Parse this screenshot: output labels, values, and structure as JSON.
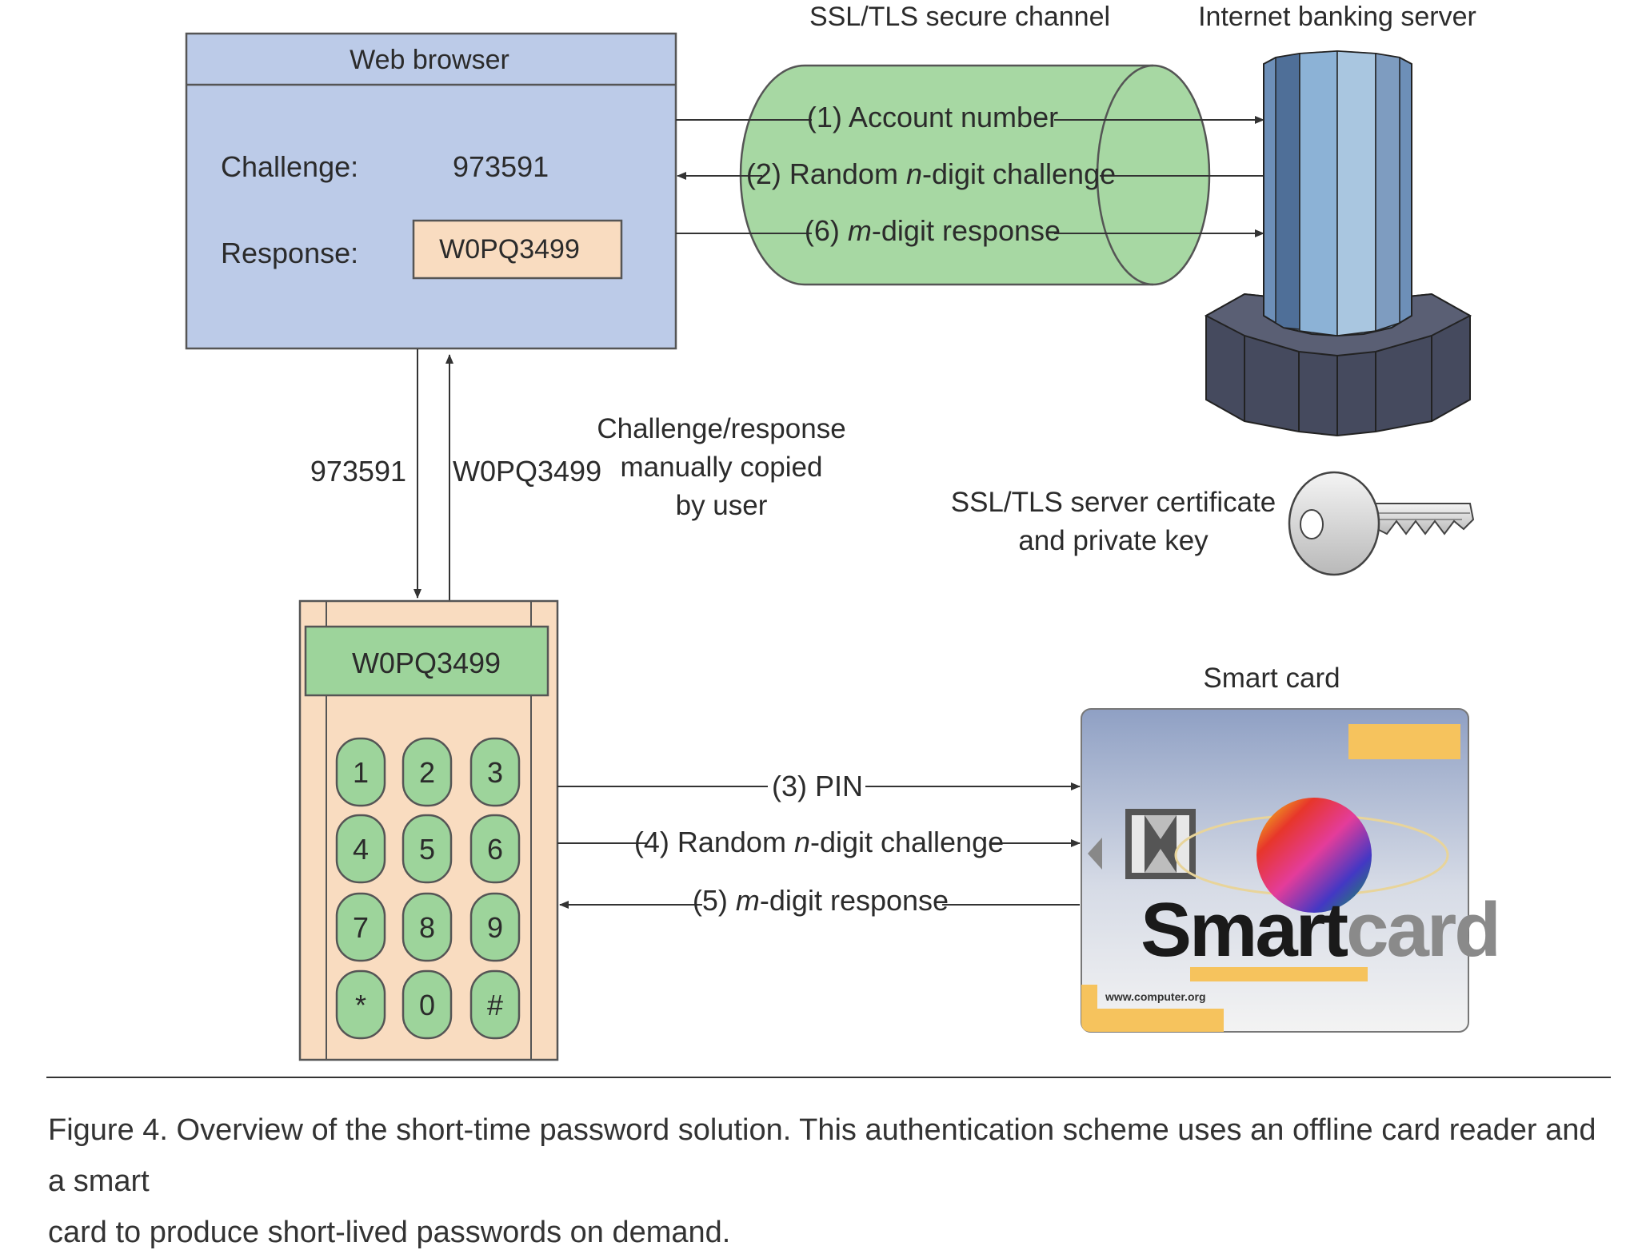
{
  "browser": {
    "title": "Web browser",
    "challenge_label": "Challenge:",
    "challenge_value": "973591",
    "response_label": "Response:",
    "response_value": "W0PQ3499"
  },
  "channel": {
    "title": "SSL/TLS secure channel",
    "msg1": "(1) Account number",
    "msg2_pre": "(2) Random ",
    "msg2_var": "n",
    "msg2_post": "-digit challenge",
    "msg6_pre": "(6) ",
    "msg6_var": "m",
    "msg6_post": "-digit response"
  },
  "server": {
    "title": "Internet banking server",
    "cert_line1": "SSL/TLS server certificate",
    "cert_line2": "and private key"
  },
  "copy": {
    "down_value": "973591",
    "up_value": "W0PQ3499",
    "note_line1": "Challenge/response",
    "note_line2": "manually copied",
    "note_line3": "by user"
  },
  "reader": {
    "display": "W0PQ3499",
    "keys": [
      "1",
      "2",
      "3",
      "4",
      "5",
      "6",
      "7",
      "8",
      "9",
      "*",
      "0",
      "#"
    ]
  },
  "card_link": {
    "msg3": "(3) PIN",
    "msg4_pre": "(4) Random ",
    "msg4_var": "n",
    "msg4_post": "-digit challenge",
    "msg5_pre": "(5) ",
    "msg5_var": "m",
    "msg5_post": "-digit response"
  },
  "smartcard": {
    "title": "Smart card",
    "brand_dark": "Smart",
    "brand_light": "card",
    "website": "www.computer.org"
  },
  "caption": {
    "line1": "Figure 4. Overview of the short-time password solution. This authentication scheme uses an offline card reader and a smart",
    "line2": "card to produce short-lived passwords on demand."
  },
  "colors": {
    "browser_fill": "#bccbe8",
    "channel_fill": "#a7d8a3",
    "reader_fill": "#f9dcc0",
    "key_fill": "#9dd49b",
    "server_top": "#6d8fb8",
    "server_base": "#454a5e",
    "card_accent": "#f6c35d"
  }
}
